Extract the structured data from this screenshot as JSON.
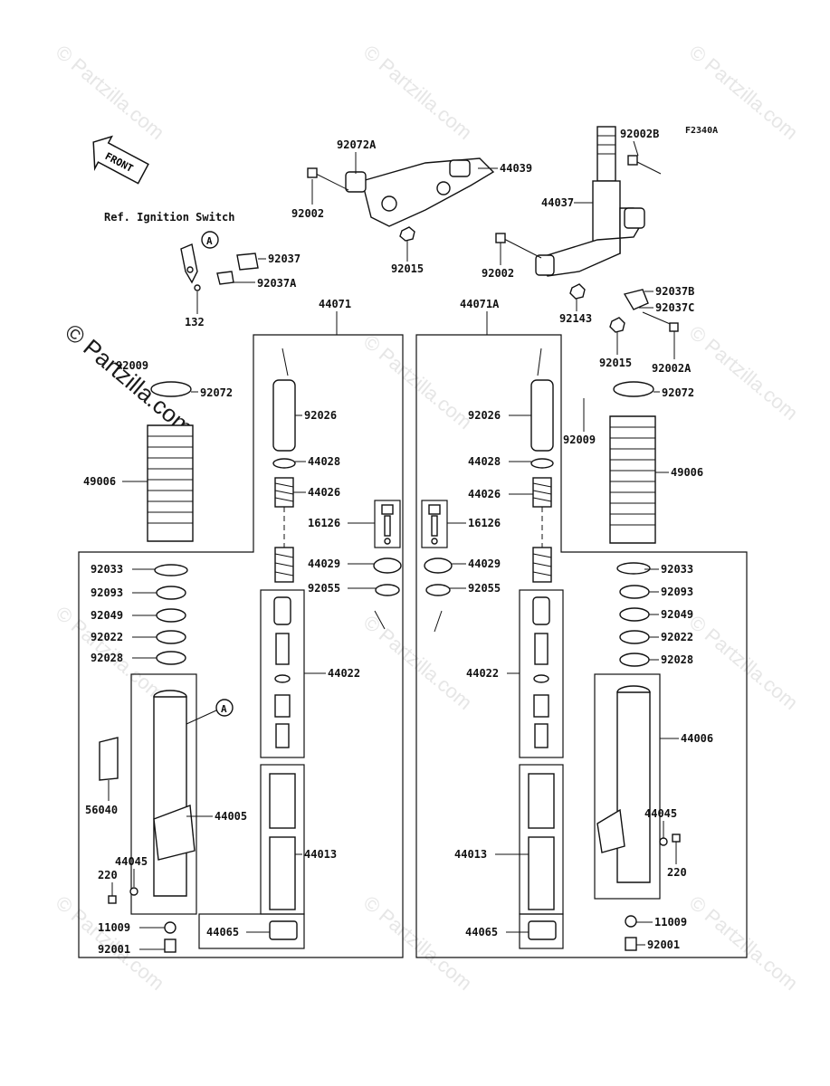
{
  "figure_code": "F2340A",
  "front_label": "FRONT",
  "ref_note": "Ref. Ignition Switch",
  "watermark": "© Partzilla.com",
  "watermark_small": "© Partzilla.com",
  "callout_letter": "A",
  "labels": {
    "l92072A": "92072A",
    "l44039": "44039",
    "l92002a": "92002",
    "l92015a": "92015",
    "l92002B": "92002B",
    "l44037": "44037",
    "l92002b": "92002",
    "l92037B": "92037B",
    "l92037C": "92037C",
    "l92143": "92143",
    "l92015b": "92015",
    "l92002A": "92002A",
    "l92037": "92037",
    "l92037A": "92037A",
    "l132": "132",
    "l44071": "44071",
    "l44071A": "44071A",
    "l92009a": "92009",
    "l92072a": "92072",
    "l49006a": "49006",
    "l92026a": "92026",
    "l44028a": "44028",
    "l44026a": "44026",
    "l16126a": "16126",
    "l44029a": "44029",
    "l92055a": "92055",
    "l44022a": "44022",
    "l92033a": "92033",
    "l92093a": "92093",
    "l92049a": "92049",
    "l92022a": "92022",
    "l92028a": "92028",
    "l56040": "56040",
    "l44005": "44005",
    "l44045a": "44045",
    "l220a": "220",
    "l44013a": "44013",
    "l44065a": "44065",
    "l11009a": "11009",
    "l92001a": "92001",
    "l92072b": "92072",
    "l92009b": "92009",
    "l49006b": "49006",
    "l92026b": "92026",
    "l44028b": "44028",
    "l44026b": "44026",
    "l16126b": "16126",
    "l44029b": "44029",
    "l92055b": "92055",
    "l44022b": "44022",
    "l92033b": "92033",
    "l92093b": "92093",
    "l92049b": "92049",
    "l92022b": "92022",
    "l92028b": "92028",
    "l44006": "44006",
    "l44045b": "44045",
    "l220b": "220",
    "l44013b": "44013",
    "l44065b": "44065",
    "l11009b": "11009",
    "l92001b": "92001"
  }
}
